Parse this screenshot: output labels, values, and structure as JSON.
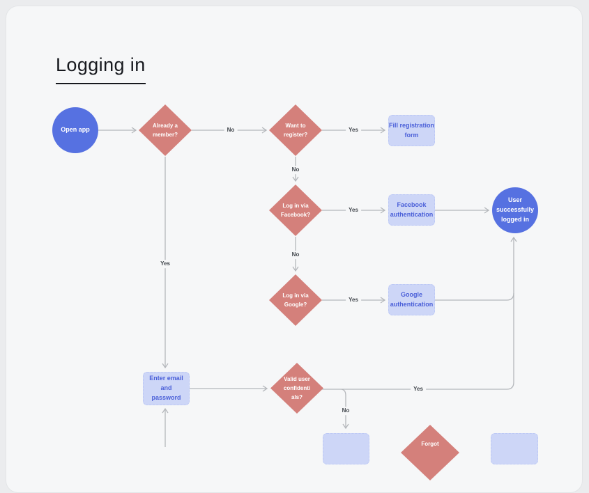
{
  "page": {
    "title": "Logging in"
  },
  "colors": {
    "canvas": "#f6f7f8",
    "page_background": "#ebecee",
    "start_end_fill": "#5671e1",
    "decision_fill": "#d4807b",
    "process_fill": "#cdd6f7",
    "process_text": "#4a5fd8",
    "connector": "#b4b7bb",
    "edge_label_text": "#41464c"
  },
  "diagram": {
    "nodes": {
      "open_app": {
        "type": "start-circle",
        "label": "Open app"
      },
      "already_member": {
        "type": "decision",
        "label": "Already a\nmember?"
      },
      "want_register": {
        "type": "decision",
        "label": "Want to\nregister?"
      },
      "fill_registration": {
        "type": "process",
        "label": "Fill registration\nform"
      },
      "login_facebook": {
        "type": "decision",
        "label": "Log in via\nFacebook?"
      },
      "facebook_auth": {
        "type": "process",
        "label": "Facebook\nauthentication"
      },
      "user_logged_in": {
        "type": "end-circle",
        "label": "User\nsuccessfully\nlogged in"
      },
      "login_google": {
        "type": "decision",
        "label": "Log in via\nGoogle?"
      },
      "google_auth": {
        "type": "process",
        "label": "Google\nauthentication"
      },
      "enter_email": {
        "type": "process",
        "label": "Enter email and\npassword"
      },
      "valid_credentials": {
        "type": "decision",
        "label": "Valid user\nconfidenti\nals?"
      },
      "forgot": {
        "type": "decision",
        "label": "Forgot"
      },
      "pending_left": {
        "type": "process",
        "label": ""
      },
      "pending_right": {
        "type": "process",
        "label": ""
      }
    },
    "edge_labels": {
      "member_no": "No",
      "register_yes": "Yes",
      "register_no": "No",
      "facebook_yes": "Yes",
      "facebook_no": "No",
      "google_yes": "Yes",
      "member_yes": "Yes",
      "credentials_yes": "Yes",
      "credentials_no": "No"
    }
  }
}
